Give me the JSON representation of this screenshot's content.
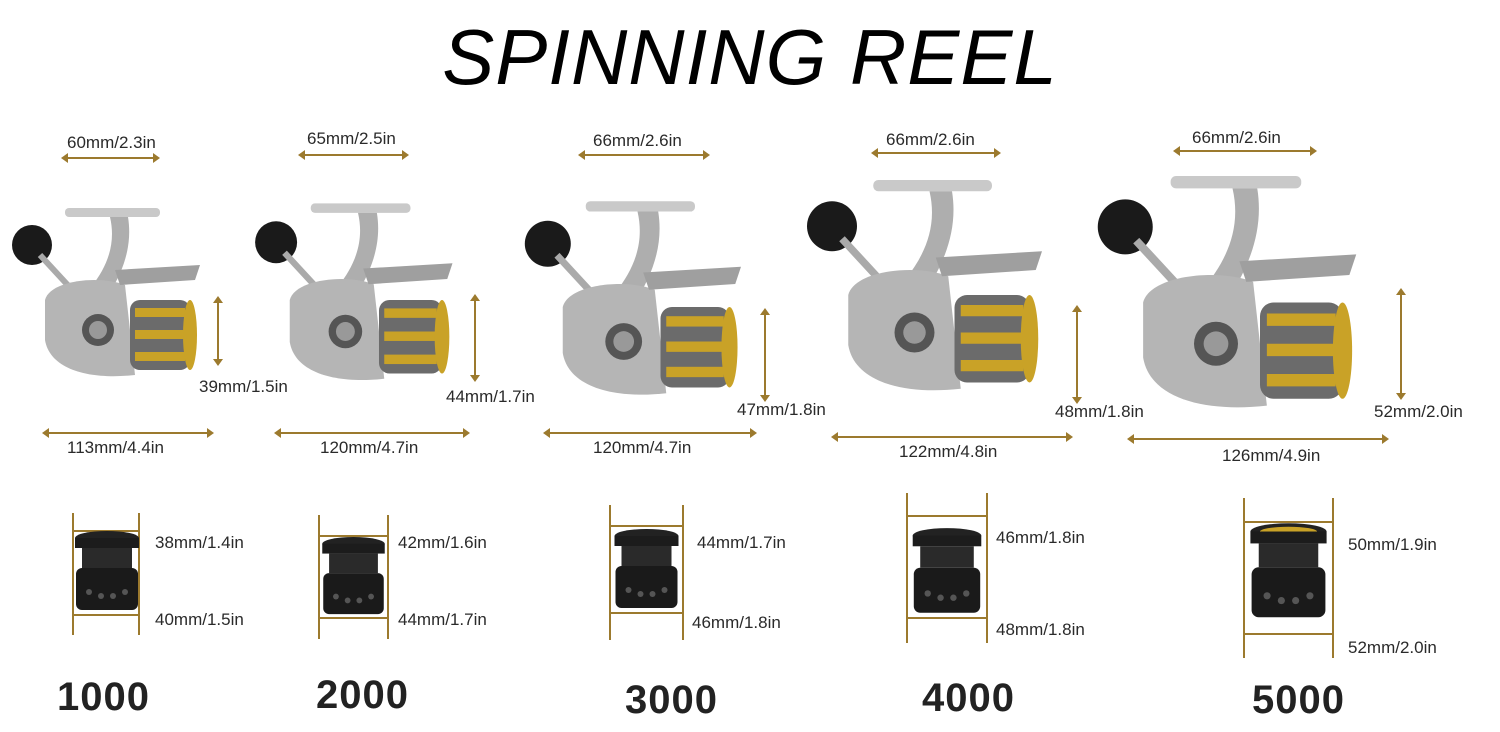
{
  "title": "SPINNING REEL",
  "reels": [
    {
      "model": "1000",
      "top_width": "60mm/2.3in",
      "height": "39mm/1.5in",
      "length": "113mm/4.4in",
      "spool_top": "38mm/1.4in",
      "spool_bottom": "40mm/1.5in"
    },
    {
      "model": "2000",
      "top_width": "65mm/2.5in",
      "height": "44mm/1.7in",
      "length": "120mm/4.7in",
      "spool_top": "42mm/1.6in",
      "spool_bottom": "44mm/1.7in"
    },
    {
      "model": "3000",
      "top_width": "66mm/2.6in",
      "height": "47mm/1.8in",
      "length": "120mm/4.7in",
      "spool_top": "44mm/1.7in",
      "spool_bottom": "46mm/1.8in"
    },
    {
      "model": "4000",
      "top_width": "66mm/2.6in",
      "height": "48mm/1.8in",
      "length": "122mm/4.8in",
      "spool_top": "46mm/1.8in",
      "spool_bottom": "48mm/1.8in"
    },
    {
      "model": "5000",
      "top_width": "66mm/2.6in",
      "height": "52mm/2.0in",
      "length": "126mm/4.9in",
      "spool_top": "50mm/1.9in",
      "spool_bottom": "52mm/2.0in"
    }
  ],
  "colors": {
    "accent": "#9c7a2e",
    "reel_silver": "#b9b9b9",
    "spool_gold": "#c9a227",
    "spool_black": "#1c1c1c"
  }
}
